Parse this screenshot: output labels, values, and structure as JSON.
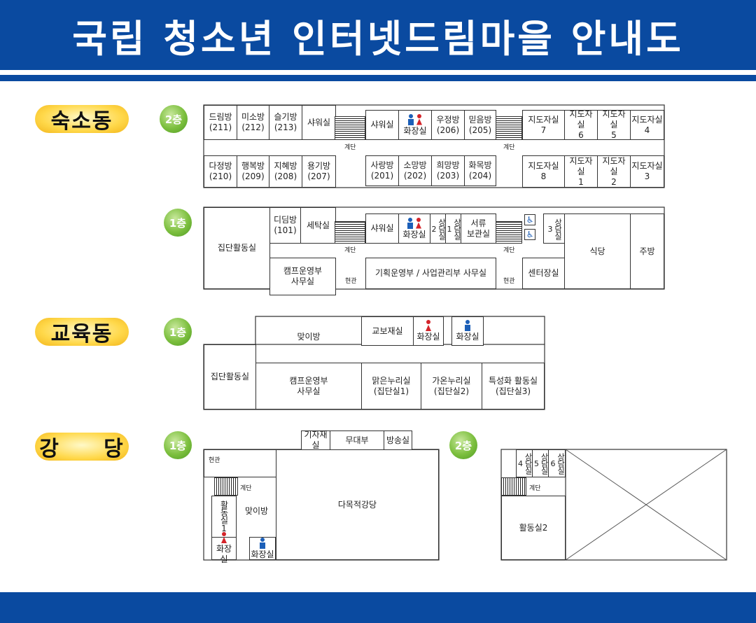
{
  "header": {
    "title": "국립 청소년 인터넷드림마을 안내도"
  },
  "sections": {
    "dorm": {
      "name": "숙소동"
    },
    "edu": {
      "name": "교육동"
    },
    "hall": {
      "name": "강     당"
    }
  },
  "floors": {
    "f1": "1층",
    "f2": "2층"
  },
  "dorm_2f": {
    "r211": "드림방\n(211)",
    "r212": "미소방\n(212)",
    "r213": "슬기방\n(213)",
    "shower_a": "샤워실",
    "shower_b": "샤워실",
    "wc": "화장실",
    "r206": "우정방\n(206)",
    "r205": "믿음방\n(205)",
    "t7": "지도자실\n7",
    "t6": "지도자실\n6",
    "t5": "지도자실\n5",
    "t4": "지도자실\n4",
    "r210": "다정방\n(210)",
    "r209": "행복방\n(209)",
    "r208": "지혜방\n(208)",
    "r207": "용기방\n(207)",
    "r201": "사랑방\n(201)",
    "r202": "소망방\n(202)",
    "r203": "희망방\n(203)",
    "r204": "화목방\n(204)",
    "t8": "지도자실\n8",
    "t1": "지도자실\n1",
    "t2": "지도자실\n2",
    "t3": "지도자실\n3",
    "stair_a": "계단",
    "stair_b": "계단"
  },
  "dorm_1f": {
    "group": "집단활동실",
    "r101": "디딤방\n(101)",
    "laundry": "세탁실",
    "shower": "샤워실",
    "wc": "화장실",
    "counsel2": "상담실2",
    "counsel1": "상담실1",
    "archive": "서류\n보관실",
    "counsel3": "상담실3",
    "cafeteria": "식당",
    "kitchen": "주방",
    "camp": "캠프운영부\n사무실",
    "planning": "기획운영부 / 사업관리부 사무실",
    "center": "센터장실",
    "entrance_a": "현관",
    "entrance_b": "현관",
    "stair_a": "계단",
    "stair_b": "계단"
  },
  "edu_1f": {
    "lobby": "맞이방",
    "supply": "교보재실",
    "wc_f": "화장실",
    "wc_m": "화장실",
    "group": "집단활동실",
    "camp": "캠프운영부\n사무실",
    "nuri1": "맑은누리실\n(집단실1)",
    "nuri2": "가온누리실\n(집단실2)",
    "special": "특성화 활동실\n(집단실3)"
  },
  "hall_1f": {
    "equipment": "기자재실",
    "backstage": "무대부",
    "broadcast": "방송실",
    "entrance": "현관",
    "stair": "계단",
    "activity1": "활동실1",
    "lobby": "맞이방",
    "main": "다목적강당",
    "wc_f": "화장실",
    "wc_m": "화장실"
  },
  "hall_2f": {
    "counsel4": "상담실4",
    "counsel5": "상담실5",
    "counsel6": "상담실6",
    "stair": "계단",
    "activity2": "활동실2"
  },
  "colors": {
    "brand": "#0a4aa0",
    "pill": "#ffd84a",
    "badge": "#7cbf3e",
    "male": "#1c5fb8",
    "female": "#d4242a"
  },
  "icons": {
    "male": "male-restroom-icon",
    "female": "female-restroom-icon",
    "accessible": "wheelchair-icon"
  }
}
